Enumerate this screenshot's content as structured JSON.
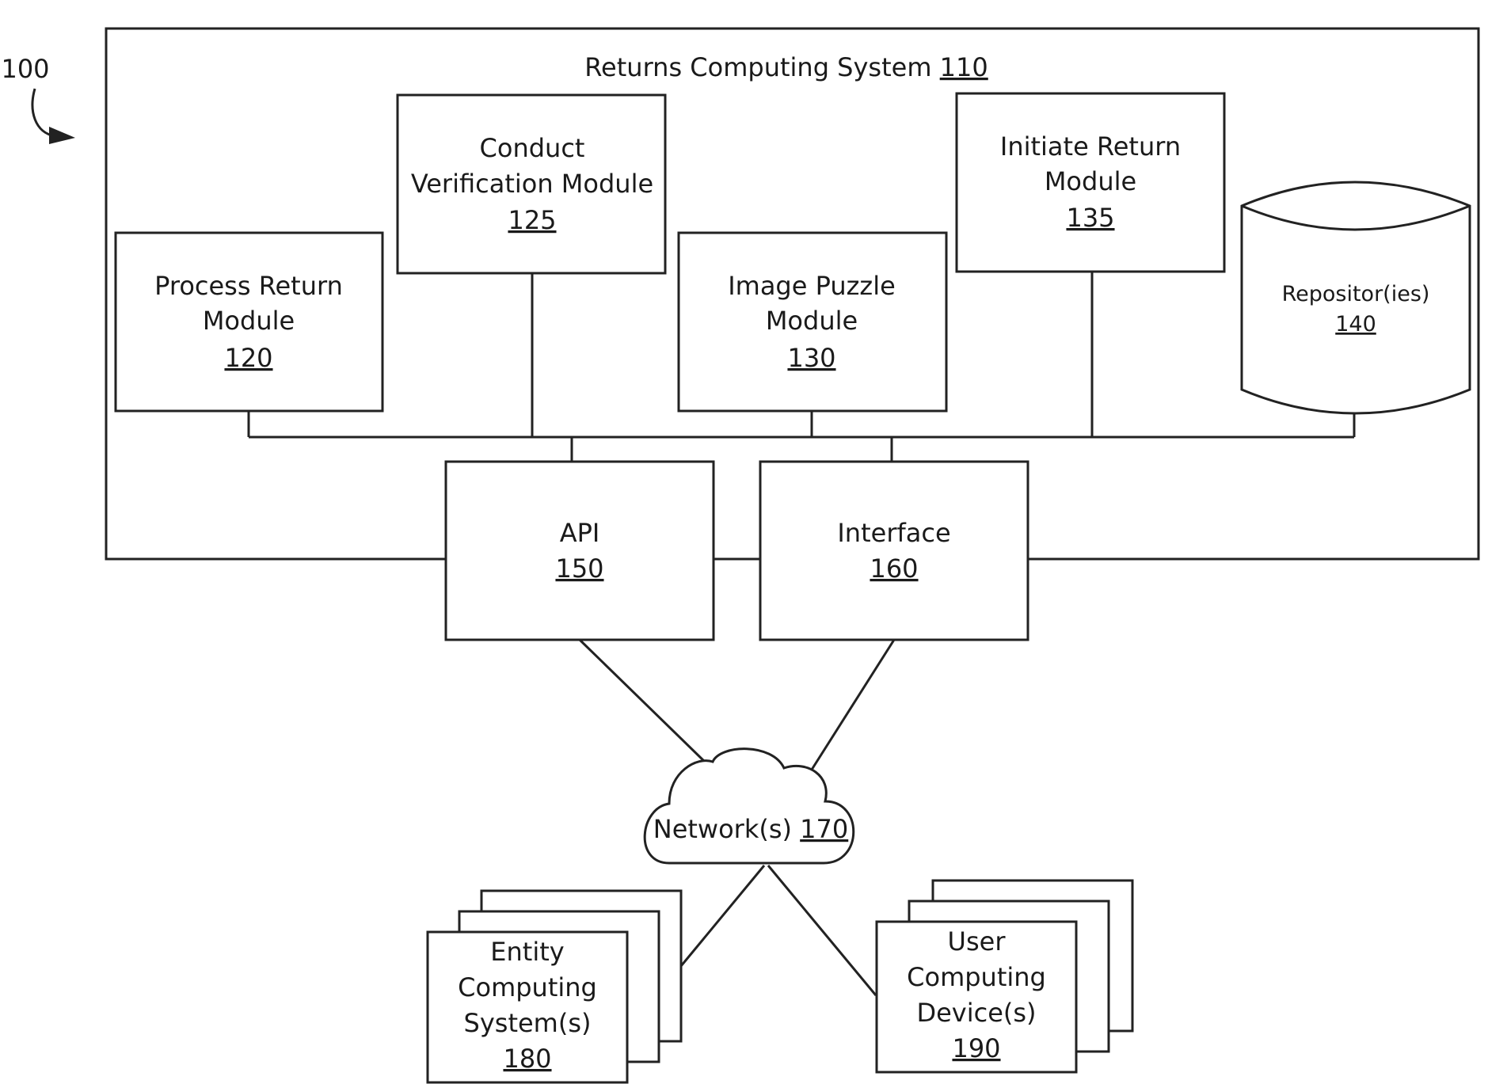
{
  "figure_ref": "100",
  "system": {
    "label": "Returns Computing System",
    "ref": "110"
  },
  "modules": {
    "process_return": {
      "line1": "Process Return",
      "line2": "Module",
      "ref": "120"
    },
    "conduct_verification": {
      "line1": "Conduct",
      "line2": "Verification Module",
      "ref": "125"
    },
    "image_puzzle": {
      "line1": "Image Puzzle",
      "line2": "Module",
      "ref": "130"
    },
    "initiate_return": {
      "line1": "Initiate Return",
      "line2": "Module",
      "ref": "135"
    }
  },
  "repository": {
    "label": "Repositor(ies)",
    "ref": "140"
  },
  "api": {
    "label": "API",
    "ref": "150"
  },
  "interface": {
    "label": "Interface",
    "ref": "160"
  },
  "network": {
    "label": "Network(s)",
    "ref": "170"
  },
  "entity": {
    "line1": "Entity",
    "line2": "Computing",
    "line3": "System(s)",
    "ref": "180"
  },
  "user_device": {
    "line1": "User",
    "line2": "Computing",
    "line3": "Device(s)",
    "ref": "190"
  }
}
